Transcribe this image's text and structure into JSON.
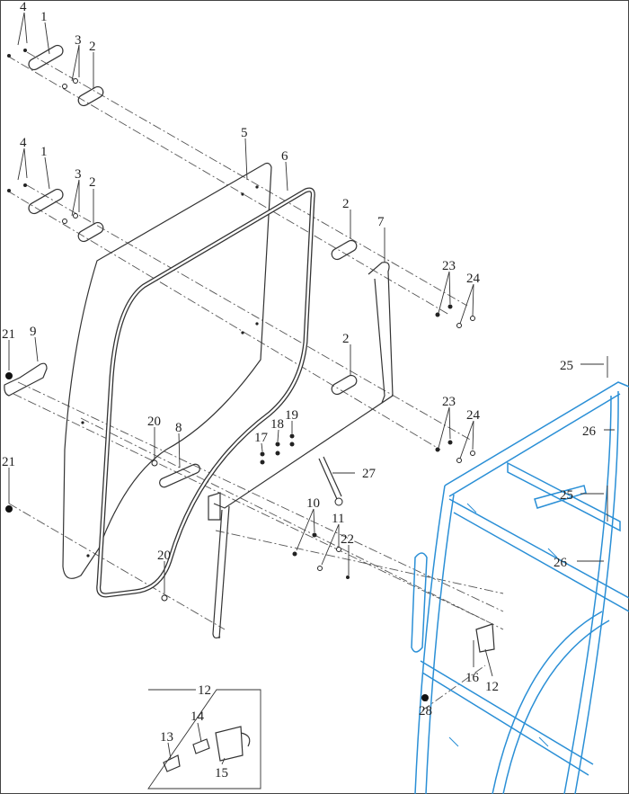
{
  "diagram": {
    "title": "Cab door glass and hinge assembly exploded view",
    "callouts": [
      "4",
      "1",
      "3",
      "2",
      "5",
      "6",
      "4",
      "1",
      "3",
      "2",
      "2",
      "7",
      "23",
      "24",
      "21",
      "9",
      "2",
      "25",
      "23",
      "24",
      "20",
      "8",
      "17",
      "18",
      "19",
      "27",
      "26",
      "25",
      "21",
      "10",
      "11",
      "22",
      "26",
      "20",
      "12",
      "16",
      "12",
      "28",
      "14",
      "13",
      "15"
    ],
    "colors": {
      "line": "#333333",
      "cab_frame": "#2a8fd6",
      "border": "#444444"
    }
  }
}
